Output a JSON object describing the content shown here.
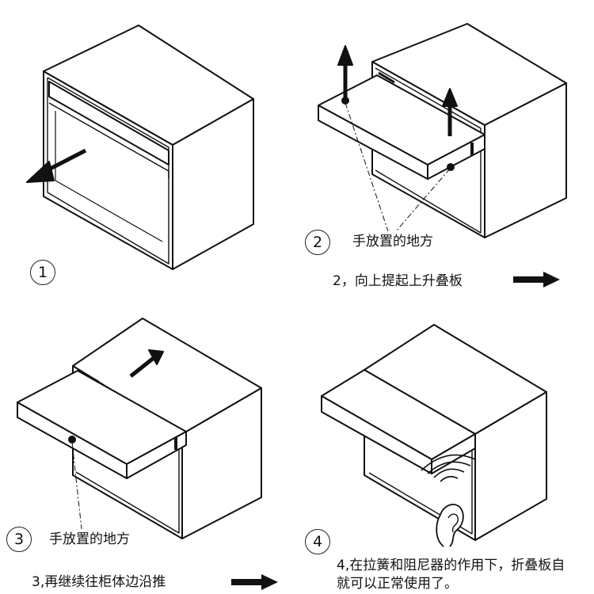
{
  "steps": [
    {
      "number": "1"
    },
    {
      "number": "2",
      "hand_label": "手放置的地方",
      "instruction": "2，向上提起上升叠板"
    },
    {
      "number": "3",
      "hand_label": "手放置的地方",
      "instruction": "3,再继续往柜体边沿推"
    },
    {
      "number": "4",
      "instruction_line1": "4,在拉簧和阻尼器的作用下，折叠板自",
      "instruction_line2": "就可以正常使用了。"
    }
  ]
}
